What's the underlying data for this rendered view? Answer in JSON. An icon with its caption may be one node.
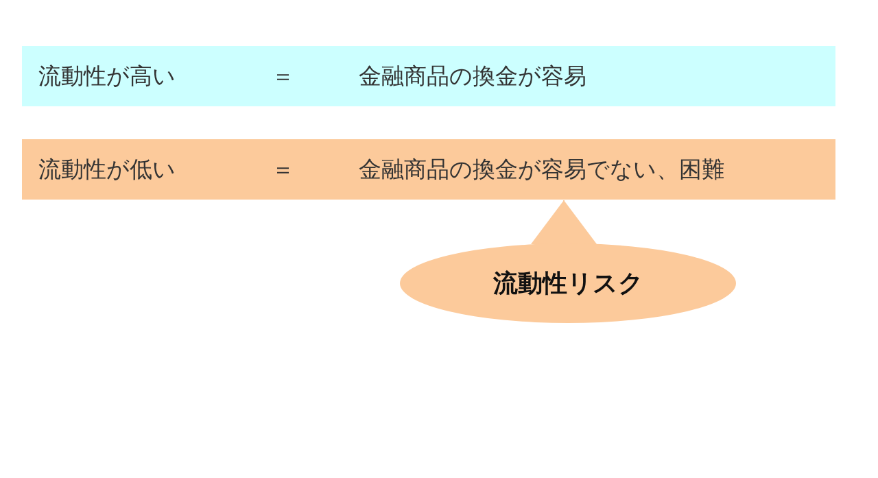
{
  "diagram": {
    "nodes": [
      {
        "text": [
          "流動性が高い",
          "＝",
          "金融商品の換金が容易"
        ]
      },
      {
        "text": [
          "流動性が低い",
          "＝",
          "金融商品の換金が容易でない、困難"
        ]
      },
      {
        "text": [
          "流動性リスク"
        ]
      }
    ],
    "edges": [
      {
        "from": 2,
        "to": 1,
        "arrow": "to"
      }
    ]
  }
}
